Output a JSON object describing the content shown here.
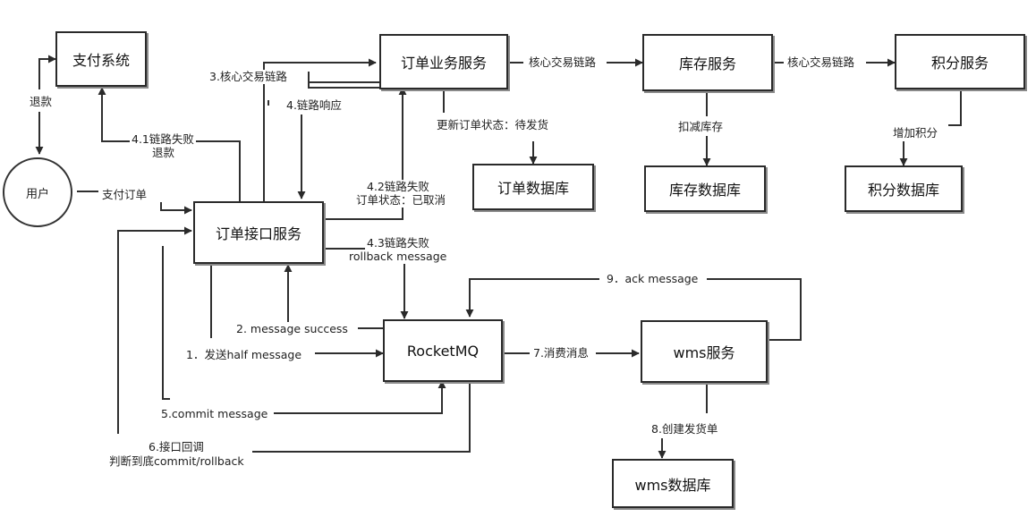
{
  "nodes": {
    "payment_system": "支付系统",
    "user": "用户",
    "order_business_service": "订单业务服务",
    "inventory_service": "库存服务",
    "points_service": "积分服务",
    "order_interface_service": "订单接口服务",
    "order_db": "订单数据库",
    "inventory_db": "库存数据库",
    "points_db": "积分数据库",
    "rocketmq": "RocketMQ",
    "wms_service": "wms服务",
    "wms_db": "wms数据库"
  },
  "edges": {
    "refund": "退款",
    "pay_order": "支付订单",
    "core_chain_3": "3.核心交易链路",
    "chain_response_4": "4.链路响应",
    "fail_refund_41_l1": "4.1链路失败",
    "fail_refund_41_l2": "退款",
    "fail_cancel_42_l1": "4.2链路失败",
    "fail_cancel_42_l2": "订单状态：已取消",
    "fail_rollback_43_l1": "4.3链路失败",
    "fail_rollback_43_l2": "rollback message",
    "core_chain_a": "核心交易链路",
    "core_chain_b": "核心交易链路",
    "update_order_status": "更新订单状态：待发货",
    "deduct_inventory": "扣减库存",
    "add_points": "增加积分",
    "message_success_2": "2. message success",
    "send_half_1": "1．发送half message",
    "commit_5": "5.commit message",
    "callback_6_l1": "6.接口回调",
    "callback_6_l2": "判断到底commit/rollback",
    "consume_7": "7.消费消息",
    "create_shipping_8": "8.创建发货单",
    "ack_9": "9．ack message"
  }
}
